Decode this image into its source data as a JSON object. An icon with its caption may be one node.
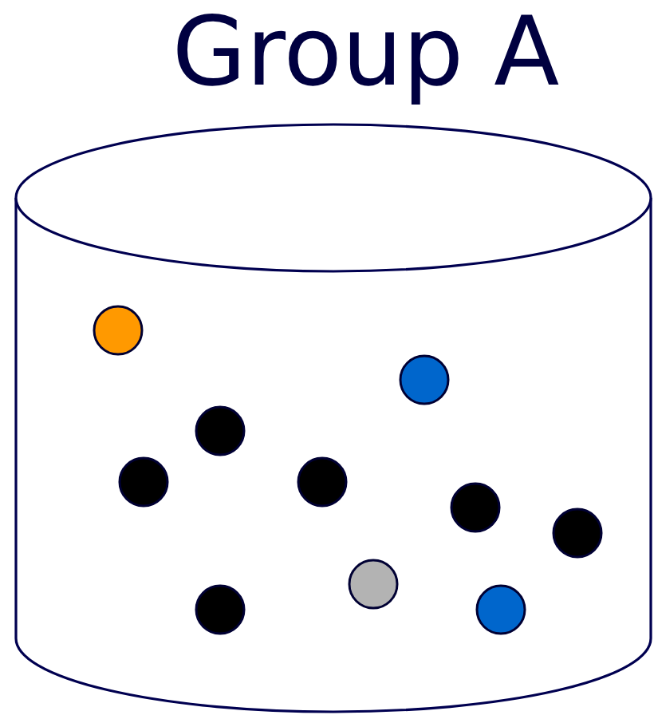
{
  "diagram": {
    "nodes": [
      {
        "text": [
          "Group A"
        ]
      },
      {
        "text": [],
        "shape": "circle",
        "in": 0
      },
      {
        "text": [],
        "shape": "circle",
        "in": 0
      },
      {
        "text": [],
        "shape": "circle",
        "in": 0
      },
      {
        "text": [],
        "shape": "circle",
        "in": 0
      },
      {
        "text": [],
        "shape": "circle",
        "in": 0
      },
      {
        "text": [],
        "shape": "circle",
        "in": 0
      },
      {
        "text": [],
        "shape": "circle",
        "in": 0
      },
      {
        "text": [],
        "shape": "circle",
        "in": 0
      },
      {
        "text": [],
        "shape": "circle",
        "in": 0
      },
      {
        "text": [],
        "shape": "circle",
        "in": 0
      }
    ]
  }
}
